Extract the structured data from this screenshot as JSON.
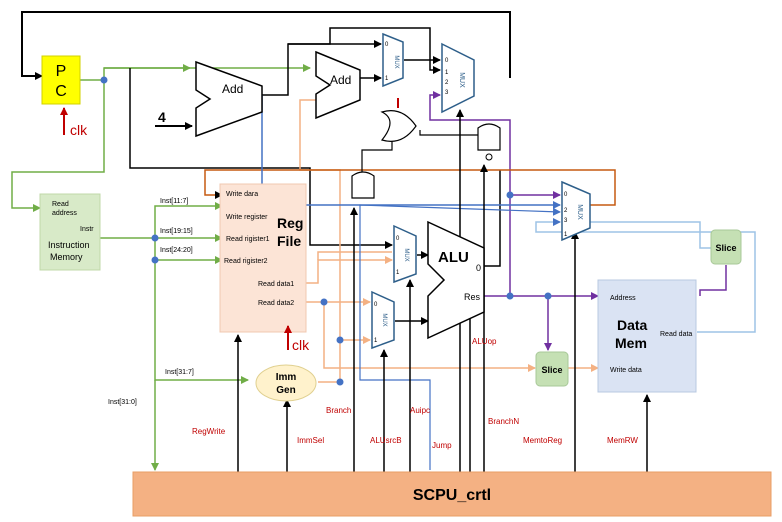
{
  "blocks": {
    "pc": {
      "line1": "P",
      "line2": "C"
    },
    "pc_clk": "clk",
    "add1": "Add",
    "add2": "Add",
    "const4": "4",
    "imem": {
      "read_address_1": "Read",
      "read_address_2": "address",
      "instr": "Instr",
      "name_1": "Instruction",
      "name_2": "Memory"
    },
    "regfile": {
      "write_data": "Write dara",
      "write_register": "Write register",
      "read_register1": "Read rigister1",
      "read_register2": "Read rigister2",
      "read_data1": "Read data1",
      "read_data2": "Read data2",
      "name_1": "Reg",
      "name_2": "File",
      "clk": "clk"
    },
    "immgen": {
      "line1": "Imm",
      "line2": "Gen"
    },
    "alu": {
      "name": "ALU",
      "zero": "0",
      "res": "Res"
    },
    "datamem": {
      "address": "Address",
      "read_data": "Read data",
      "write_data": "Write data",
      "name_1": "Data",
      "name_2": "Mem"
    },
    "slice_top": "Slice",
    "slice_bottom": "Slice",
    "controller": "SCPU_crtl",
    "mux_label": "MUX"
  },
  "instr_fields": {
    "f11_7": "Inst[11:7]",
    "f19_15": "Inst[19:15]",
    "f24_20": "Inst[24:20]",
    "f31_7": "Inst[31:7]",
    "f31_0": "Inst[31:0]"
  },
  "mux_inputs": {
    "in0": "0",
    "in1": "1",
    "in2": "2",
    "in3": "3"
  },
  "control_signals": {
    "regwrite": "RegWrite",
    "immsel": "ImmSel",
    "branch": "Branch",
    "alusrcb": "ALUsrcB",
    "auipc": "Auipc",
    "jump": "Jump",
    "branchn": "BranchN",
    "aluop": "ALUop",
    "memtoreg": "MemtoReg",
    "memrw": "MemRW"
  },
  "colors": {
    "pc_fill": "#ffff00",
    "imem_fill": "#d8eac8",
    "regfile_fill": "#fce4d6",
    "immgen_fill": "#fff2cc",
    "datamem_fill": "#dae3f3",
    "slice_fill": "#c5e0b4",
    "controller_fill": "#f4b183",
    "mux_stroke": "#2e5f8a",
    "green_wire": "#70ad47",
    "purple_wire": "#7030a0",
    "orange_wire": "#f4b183",
    "blue_wire": "#4472c4",
    "dark_orange_wire": "#c55a11",
    "light_blue_wire": "#9dc3e6",
    "control_label": "#c00000"
  }
}
